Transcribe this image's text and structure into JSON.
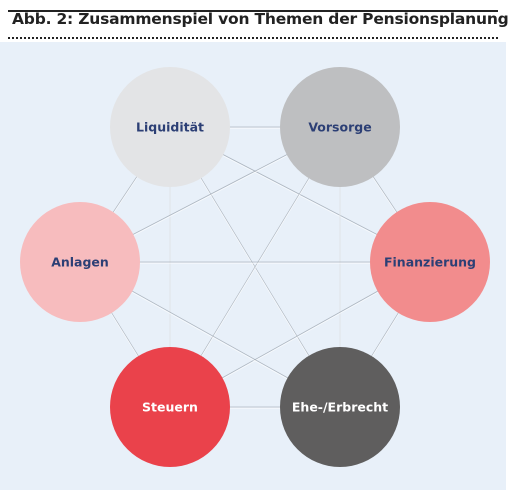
{
  "figure": {
    "title": "Abb. 2: Zusammenspiel von Themen der Pensionsplanung"
  },
  "nodes": [
    {
      "id": "liquiditaet",
      "label": "Liquidität",
      "fill": "#e3e4e6",
      "text_color": "#2c3f75"
    },
    {
      "id": "vorsorge",
      "label": "Vorsorge",
      "fill": "#bebfc1",
      "text_color": "#2c3f75"
    },
    {
      "id": "finanzierung",
      "label": "Finanzierung",
      "fill": "#f28c8d",
      "text_color": "#2c3f75"
    },
    {
      "id": "ehe-erbrecht",
      "label": "Ehe-/Erbrecht",
      "fill": "#5f5e5e",
      "text_color": "#ffffff"
    },
    {
      "id": "steuern",
      "label": "Steuern",
      "fill": "#ea424b",
      "text_color": "#ffffff"
    },
    {
      "id": "anlagen",
      "label": "Anlagen",
      "fill": "#f7bcbe",
      "text_color": "#2c3f75"
    }
  ],
  "edges": [
    {
      "from": "liquiditaet",
      "to": "vorsorge"
    },
    {
      "from": "liquiditaet",
      "to": "finanzierung"
    },
    {
      "from": "liquiditaet",
      "to": "ehe-erbrecht"
    },
    {
      "from": "liquiditaet",
      "to": "steuern"
    },
    {
      "from": "liquiditaet",
      "to": "anlagen"
    },
    {
      "from": "vorsorge",
      "to": "finanzierung"
    },
    {
      "from": "vorsorge",
      "to": "ehe-erbrecht"
    },
    {
      "from": "vorsorge",
      "to": "steuern"
    },
    {
      "from": "vorsorge",
      "to": "anlagen"
    },
    {
      "from": "finanzierung",
      "to": "ehe-erbrecht"
    },
    {
      "from": "finanzierung",
      "to": "steuern"
    },
    {
      "from": "finanzierung",
      "to": "anlagen"
    },
    {
      "from": "ehe-erbrecht",
      "to": "steuern"
    },
    {
      "from": "ehe-erbrecht",
      "to": "anlagen"
    },
    {
      "from": "steuern",
      "to": "anlagen"
    }
  ],
  "colors": {
    "panel_background": "#e8f0f9",
    "edge_line": "#9aa3ad",
    "edge_line_light": "#ffffff"
  }
}
